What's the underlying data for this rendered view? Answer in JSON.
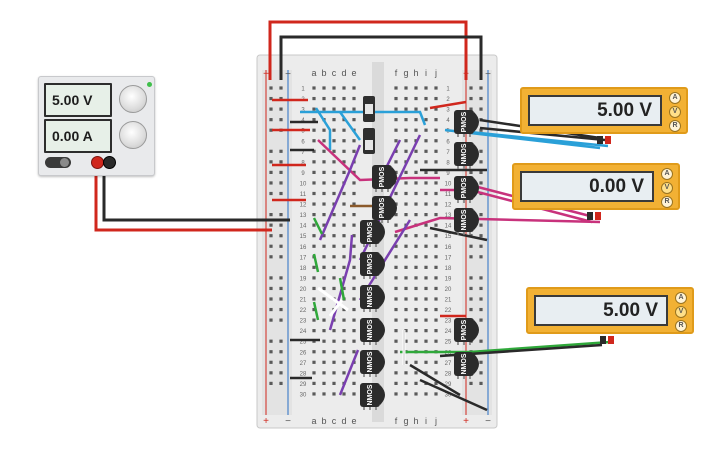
{
  "power_supply": {
    "voltage": "5.00 V",
    "current": "0.00 A"
  },
  "multimeters": [
    {
      "reading": "5.00 V",
      "modes": [
        "A",
        "V",
        "R"
      ]
    },
    {
      "reading": "0.00 V",
      "modes": [
        "A",
        "V",
        "R"
      ]
    },
    {
      "reading": "5.00 V",
      "modes": [
        "A",
        "V",
        "R"
      ]
    }
  ],
  "breadboard": {
    "column_letters_left": [
      "a",
      "b",
      "c",
      "d",
      "e"
    ],
    "column_letters_right": [
      "f",
      "g",
      "h",
      "i",
      "j"
    ],
    "rail_plus": "+",
    "rail_minus": "−",
    "row_numbers": [
      "1",
      "2",
      "3",
      "4",
      "5",
      "6",
      "7",
      "8",
      "9",
      "10",
      "11",
      "12",
      "13",
      "14",
      "15",
      "16",
      "17",
      "18",
      "19",
      "20",
      "21",
      "22",
      "23",
      "24",
      "25",
      "26",
      "27",
      "28",
      "29",
      "30"
    ]
  },
  "transistors_left": [
    "PMOS",
    "PMOS",
    "PMOS",
    "PMOS",
    "NMOS",
    "NMOS",
    "NMOS",
    "NMOS"
  ],
  "transistors_right": [
    "PMOS",
    "NMOS",
    "PMOS",
    "NMOS",
    "PMOS",
    "NMOS"
  ],
  "colors": {
    "wire_red": "#d0271d",
    "wire_black": "#2a2a2a",
    "wire_blue": "#2aa0d8",
    "wire_magenta": "#c8327c",
    "wire_purple": "#7a3fb0",
    "wire_green": "#2fa83a",
    "meter_body": "#f2b134"
  }
}
